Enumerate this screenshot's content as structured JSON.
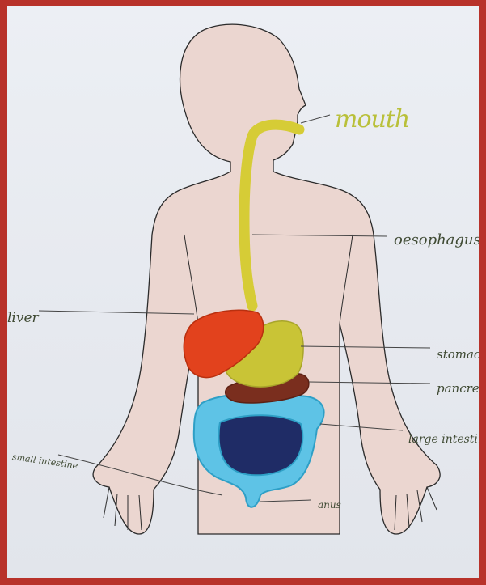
{
  "image": {
    "colors": {
      "frame": "#b8322a",
      "paper": "#e8ebf0",
      "skin": "#ecd9d4",
      "outline": "#2b2b2b",
      "esophagus": "#d9cf3a",
      "liver": "#e2421d",
      "stomach": "#c9c436",
      "pancreas": "#7a2e1e",
      "large_intestine": "#5ec3e6",
      "small_intestine": "#1e2b63"
    },
    "labels": {
      "mouth": "mouth",
      "esophagus": "oesophagus",
      "liver": "liver",
      "stomach": "stomach",
      "pancreas": "pancreas",
      "large_intestine": "large intestine",
      "small_intestine": "small intestine",
      "anus": "anus"
    }
  }
}
